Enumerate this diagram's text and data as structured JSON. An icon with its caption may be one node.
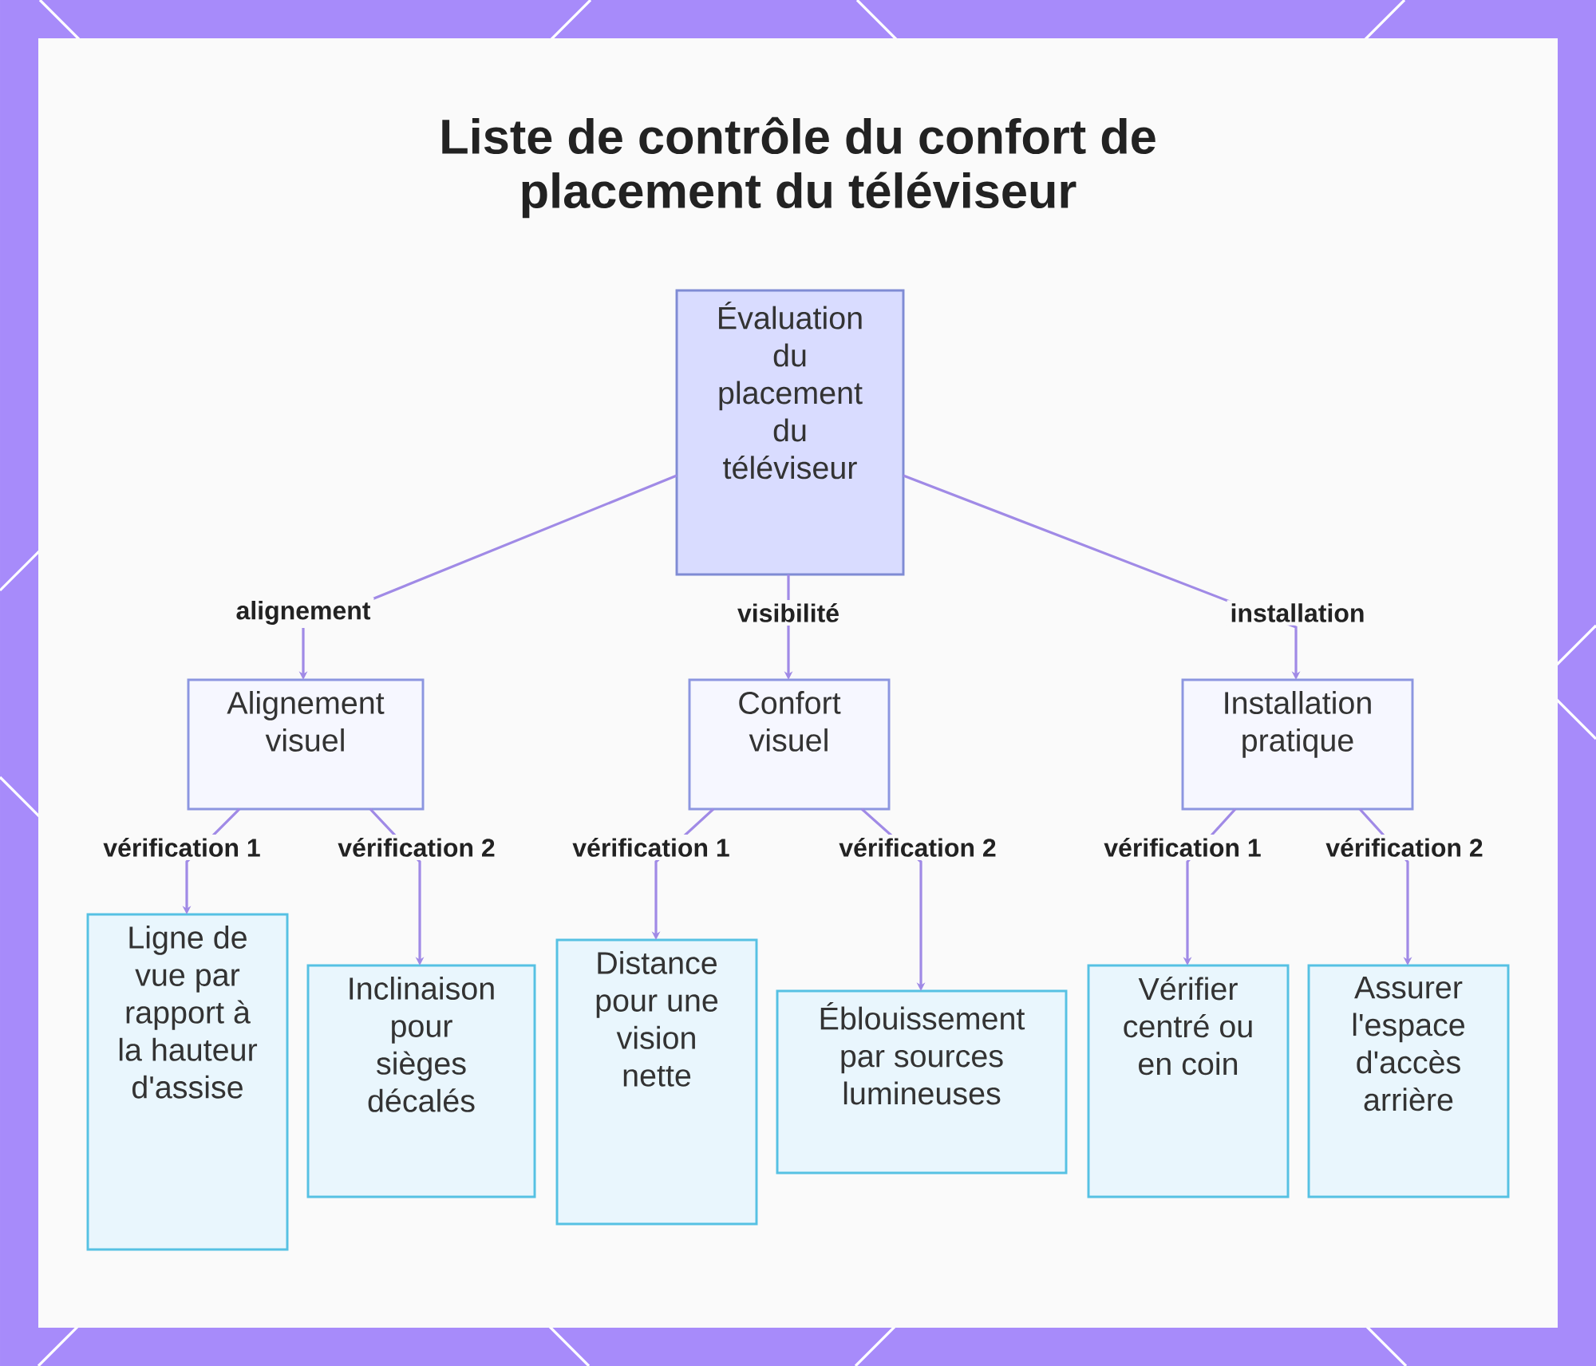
{
  "diagram": {
    "title": "Liste de contrôle du confort de placement du téléviseur",
    "nodes": [
      {
        "text": [
          "Évaluation du placement du téléviseur"
        ]
      },
      {
        "text": [
          "Alignement visuel"
        ]
      },
      {
        "text": [
          "Confort visuel"
        ]
      },
      {
        "text": [
          "Installation pratique"
        ]
      },
      {
        "text": [
          "Ligne de vue par rapport à la hauteur d'assise"
        ]
      },
      {
        "text": [
          "Inclinaison pour sièges décalés"
        ]
      },
      {
        "text": [
          "Distance pour une vision nette"
        ]
      },
      {
        "text": [
          "Éblouissement par sources lumineuses"
        ]
      },
      {
        "text": [
          "Vérifier centré ou en coin"
        ]
      },
      {
        "text": [
          "Assurer l'espace d'accès arrière"
        ]
      }
    ],
    "edges": [
      {
        "from": 0,
        "to": 1,
        "arrow": "to",
        "label": "alignement"
      },
      {
        "from": 0,
        "to": 2,
        "arrow": "to",
        "label": "visibilité"
      },
      {
        "from": 0,
        "to": 3,
        "arrow": "to",
        "label": "installation"
      },
      {
        "from": 1,
        "to": 4,
        "arrow": "to",
        "label": "vérification 1"
      },
      {
        "from": 1,
        "to": 5,
        "arrow": "to",
        "label": "vérification 2"
      },
      {
        "from": 2,
        "to": 6,
        "arrow": "to",
        "label": "vérification 1"
      },
      {
        "from": 2,
        "to": 7,
        "arrow": "to",
        "label": "vérification 2"
      },
      {
        "from": 3,
        "to": 8,
        "arrow": "to",
        "label": "vérification 1"
      },
      {
        "from": 3,
        "to": 9,
        "arrow": "to",
        "label": "vérification 2"
      }
    ]
  }
}
